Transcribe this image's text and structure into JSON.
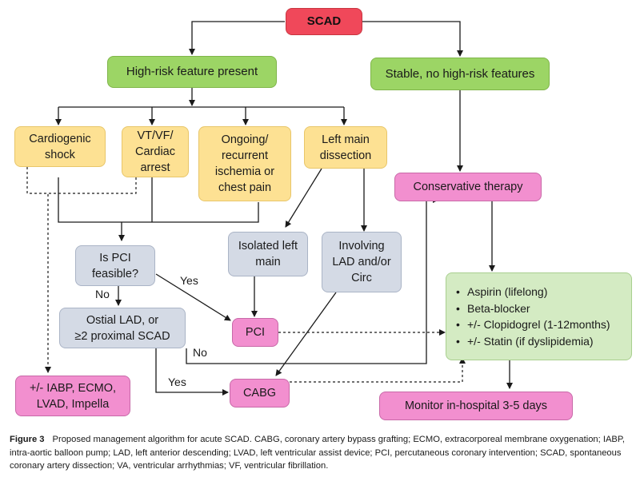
{
  "nodes": {
    "scad": "SCAD",
    "high_risk": "High-risk feature present",
    "stable": "Stable, no high-risk features",
    "cardiogenic": [
      "Cardiogenic",
      "shock"
    ],
    "vt_vf": [
      "VT/VF/",
      "Cardiac",
      "arrest"
    ],
    "ongoing": [
      "Ongoing/",
      "recurrent",
      "ischemia or",
      "chest pain"
    ],
    "left_main_dissection": [
      "Left main",
      "dissection"
    ],
    "conservative": "Conservative therapy",
    "isolated_lm": [
      "Isolated left",
      "main"
    ],
    "involving_lad": [
      "Involving",
      "LAD and/or",
      "Circ"
    ],
    "pci_feasible": [
      "Is PCI",
      "feasible?"
    ],
    "ostial": [
      "Ostial LAD, or",
      "≥2 proximal SCAD"
    ],
    "pci": "PCI",
    "cabg": "CABG",
    "iabp": [
      "+/- IABP, ECMO,",
      "LVAD, Impella"
    ],
    "monitor": "Monitor in-hospital 3-5 days",
    "therapy_list": [
      "Aspirin (lifelong)",
      "Beta-blocker",
      "+/- Clopidogrel (1-12months)",
      "+/- Statin (if dyslipidemia)"
    ]
  },
  "edge_labels": {
    "yes_pci": "Yes",
    "no_pci": "No",
    "no_ostial": "No",
    "yes_ostial": "Yes"
  },
  "caption": {
    "label": "Figure 3",
    "text": "Proposed management algorithm for acute SCAD. CABG, coronary artery bypass grafting; ECMO, extracorporeal membrane oxygenation; IABP, intra-aortic balloon pump; LAD, left anterior descending; LVAD, left ventricular assist device; PCI, percutaneous coronary intervention; SCAD, spontaneous coronary artery dissection; VA, ventricular arrhythmias; VF, ventricular fibrillation."
  }
}
